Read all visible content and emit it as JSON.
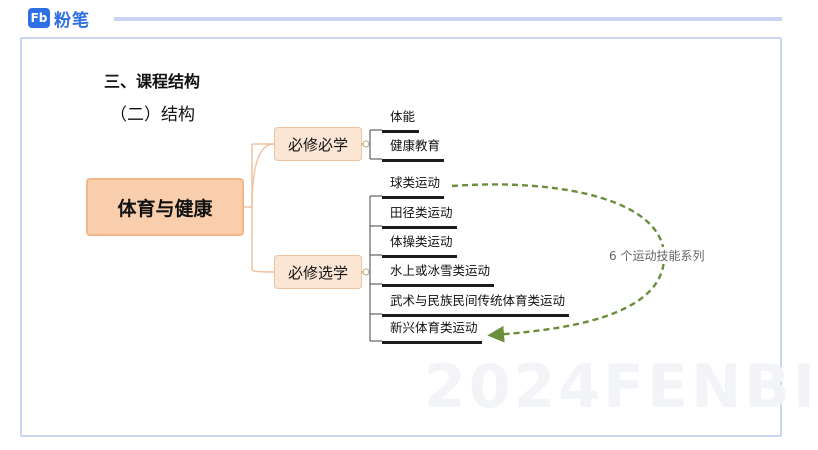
{
  "brand": {
    "mark": "Fb",
    "name": "粉笔"
  },
  "heading": {
    "section": "三、课程结构",
    "subsection": "（二）结构"
  },
  "mindmap": {
    "root": "体育与健康",
    "branches": [
      {
        "label": "必修必学",
        "leaves": [
          "体能",
          "健康教育"
        ]
      },
      {
        "label": "必修选学",
        "leaves": [
          "球类运动",
          "田径类运动",
          "体操类运动",
          "水上或冰雪类运动",
          "武术与民族民间传统体育类运动",
          "新兴体育类运动"
        ]
      }
    ]
  },
  "annotation": "6 个运动技能系列",
  "watermark": "2024FENBI",
  "colors": {
    "root_fill": "#f9ceac",
    "branch_fill": "#fbe6d6",
    "arrow": "#6b8e3a",
    "brand": "#2f6fe4",
    "frame": "#c9d5f3"
  }
}
